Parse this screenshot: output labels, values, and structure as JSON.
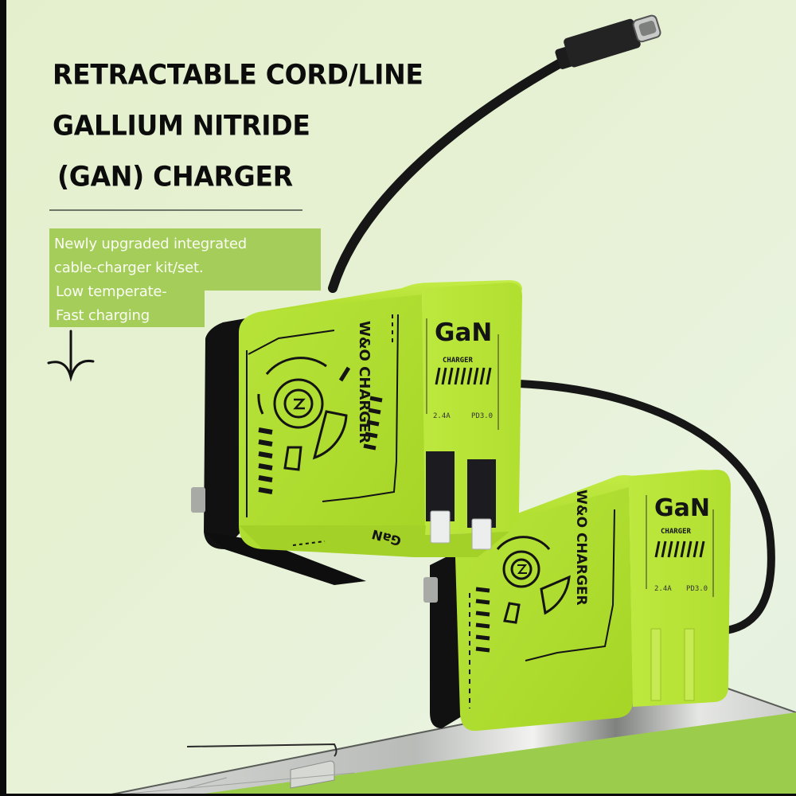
{
  "headline": {
    "line1": "RETRACTABLE CORD/LINE",
    "line2": "GALLIUM NITRIDE",
    "line3": "(GAN) CHARGER"
  },
  "callout": {
    "line1": "Newly upgraded integrated",
    "line2": "cable-charger kit/set.",
    "line3": "Low temperate-",
    "line4": "Fast charging"
  },
  "icons": {
    "arrow": "arrow-down-icon"
  },
  "product": {
    "brand_top_face": "GaN",
    "brand_top_sub": "CHARGER",
    "side_label": "W&O CHARGER",
    "spec_left": "2.4A",
    "spec_right": "PD3.0",
    "bottom_face_label": "GaN",
    "count": 2
  },
  "colors": {
    "background": "#e5f0d2",
    "product_green": "#b5e234",
    "callout_green": "#a4cd5a",
    "surface_green": "#9ccc4c",
    "headline": "#0c0c0c",
    "cable": "#161616"
  }
}
